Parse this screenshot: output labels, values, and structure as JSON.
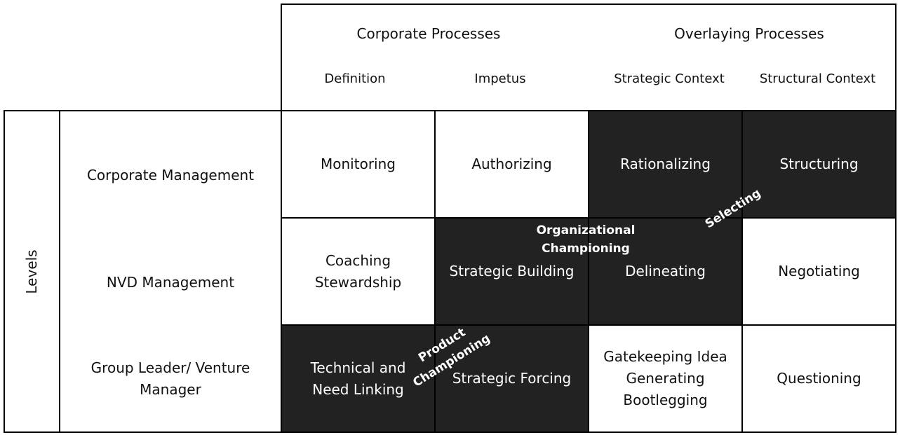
{
  "header": {
    "corporate_processes": "Corporate Processes",
    "overlaying_processes": "Overlaying Processes",
    "definition": "Definition",
    "impetus": "Impetus",
    "strategic_context": "Strategic Context",
    "structural_context": "Structural Context"
  },
  "levels_label": "Levels",
  "rows": {
    "corporate_management": "Corporate Management",
    "nvd_management": "NVD Management",
    "group_leader": "Group Leader/ Venture Manager"
  },
  "cells": {
    "monitoring": "Monitoring",
    "authorizing": "Authorizing",
    "rationalizing": "Rationalizing",
    "structuring": "Structuring",
    "coaching_stewardship": "Coaching Stewardship",
    "strategic_building": "Strategic Building",
    "delineating": "Delineating",
    "negotiating": "Negotiating",
    "technical_need_linking": "Technical and Need Linking",
    "strategic_forcing": "Strategic Forcing",
    "gatekeeping": "Gatekeeping Idea Generating Bootlegging",
    "questioning": "Questioning"
  },
  "annotations": {
    "selecting": "Selecting",
    "organizational_championing": "Organizational Championing",
    "product_championing": "Product Championing"
  },
  "colors": {
    "dark_fill": "#222222",
    "light_fill": "#ffffff",
    "border": "#000000"
  }
}
